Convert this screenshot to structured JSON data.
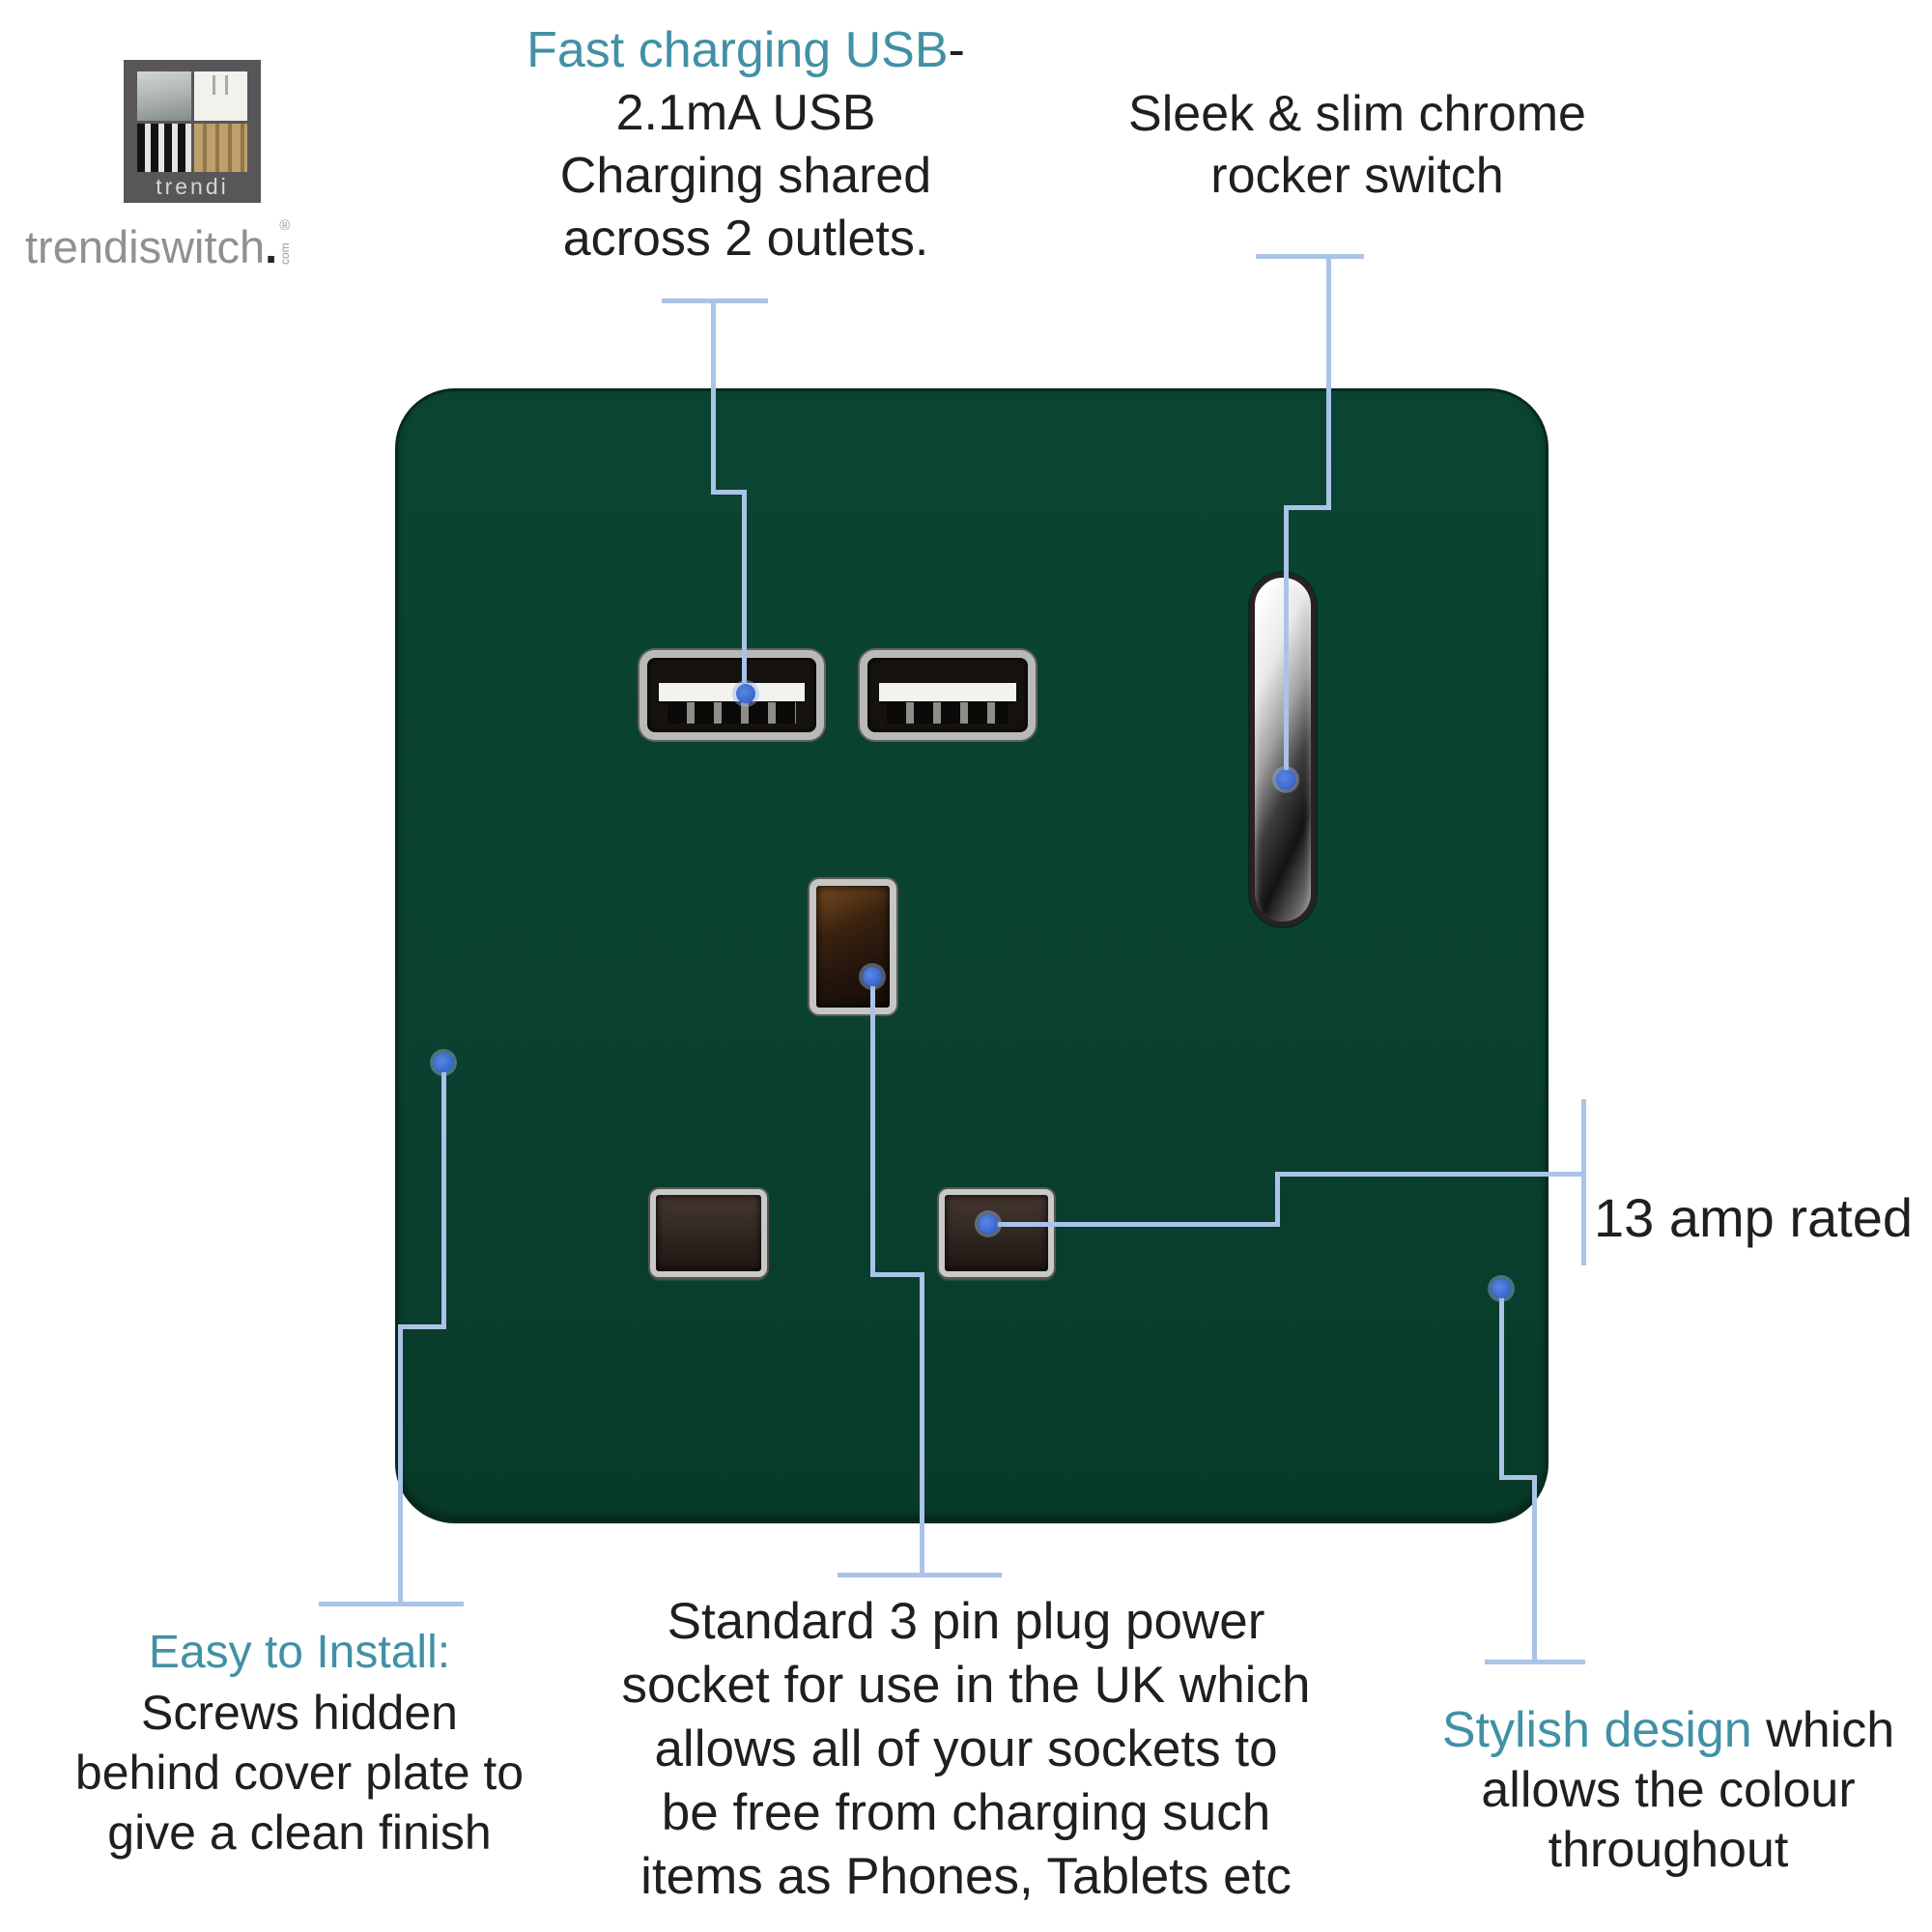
{
  "brand": {
    "logo_text": "trendi",
    "name": "trendiswitch",
    "dot": ".",
    "mark": "com",
    "registered": "®"
  },
  "ann": {
    "fast": {
      "highlight": "Fast charging USB",
      "suffix": "-",
      "lines": [
        "2.1mA USB",
        "Charging shared",
        "across 2 outlets."
      ]
    },
    "sleek": {
      "lines": [
        "Sleek & slim chrome",
        "rocker switch"
      ]
    },
    "amp": {
      "text": "13 amp rated"
    },
    "standard": {
      "lines": [
        "Standard 3 pin plug power",
        "socket for use in the UK which",
        "allows all of your sockets to",
        "be free from charging such",
        "items as Phones, Tablets etc"
      ]
    },
    "easy": {
      "highlight": "Easy to Install:",
      "lines": [
        "Screws hidden",
        "behind cover plate to",
        "give a clean finish"
      ]
    },
    "stylish": {
      "highlight": "Stylish design",
      "suffix": " which",
      "lines": [
        "allows the colour",
        "throughout"
      ]
    }
  },
  "colors": {
    "plate_green": "#0a4130",
    "teal_accent": "#4191a5",
    "text_black": "#1f1f1f",
    "callout_line": "#abc3e8",
    "callout_dot": "#3b6cd4",
    "chrome": "#b9b9b7"
  }
}
